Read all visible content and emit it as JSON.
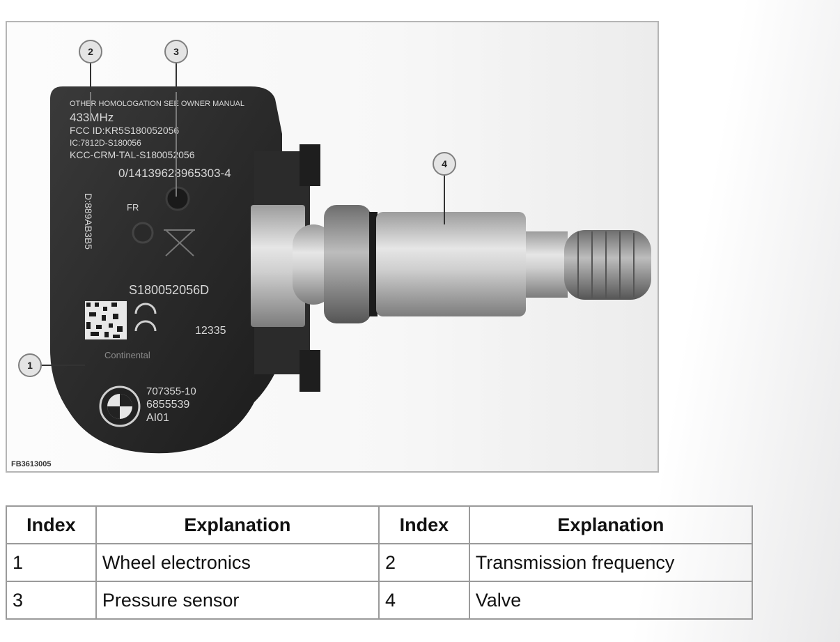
{
  "figure": {
    "id_label": "FB3613005",
    "callouts": [
      "1",
      "2",
      "3",
      "4"
    ],
    "sensor_text": {
      "line1": "OTHER HOMOLOGATION SEE OWNER MANUAL",
      "line2": "433MHz",
      "line3": "FCC ID:KR5S180052056",
      "line4": "IC:7812D-S180056",
      "line5": "KCC-CRM-TAL-S180052056",
      "line6": "0/14139628965303-4",
      "line7": "S180052056D",
      "line8": "12335",
      "line9": "707355-10",
      "line10": "6855539",
      "line11": "AI01",
      "side": "D:889AB3B5",
      "fr": "FR",
      "brand": "Continental"
    }
  },
  "table": {
    "headers": [
      "Index",
      "Explanation",
      "Index",
      "Explanation"
    ],
    "rows": [
      [
        "1",
        "Wheel electronics",
        "2",
        "Transmission frequency"
      ],
      [
        "3",
        "Pressure sensor",
        "4",
        "Valve"
      ]
    ]
  }
}
